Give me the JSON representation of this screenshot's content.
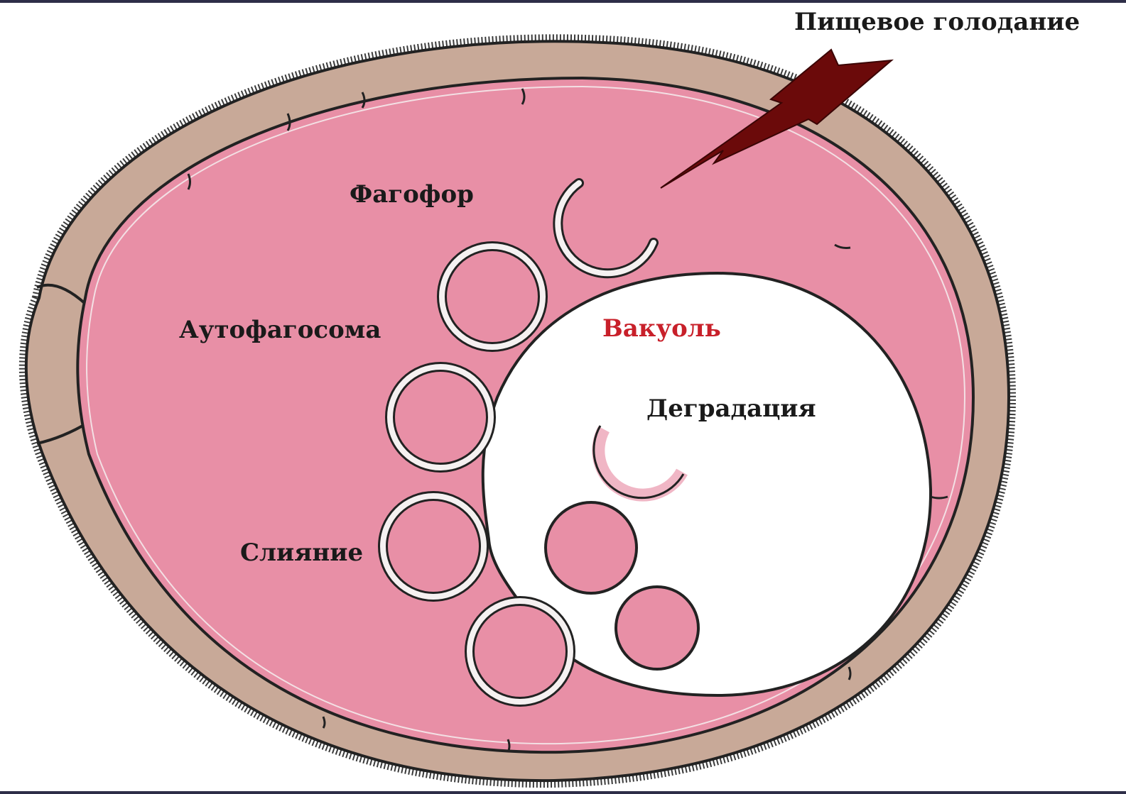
{
  "labels": {
    "starvation": "Пищевое голодание",
    "phagophore": "Фагофор",
    "autophagosome": "Аутофагосома",
    "vacuole": "Вакуоль",
    "degradation": "Деградация",
    "fusion": "Слияние"
  },
  "colors": {
    "cytoplasm": "#e88fa6",
    "cell_wall": "#c8a998",
    "vacuole": "#ffffff",
    "outline": "#222222",
    "bolt": "#6b0a0a",
    "vacuole_label": "#c8202a",
    "text": "#1a1a1a",
    "frame": "#2e2e48"
  }
}
